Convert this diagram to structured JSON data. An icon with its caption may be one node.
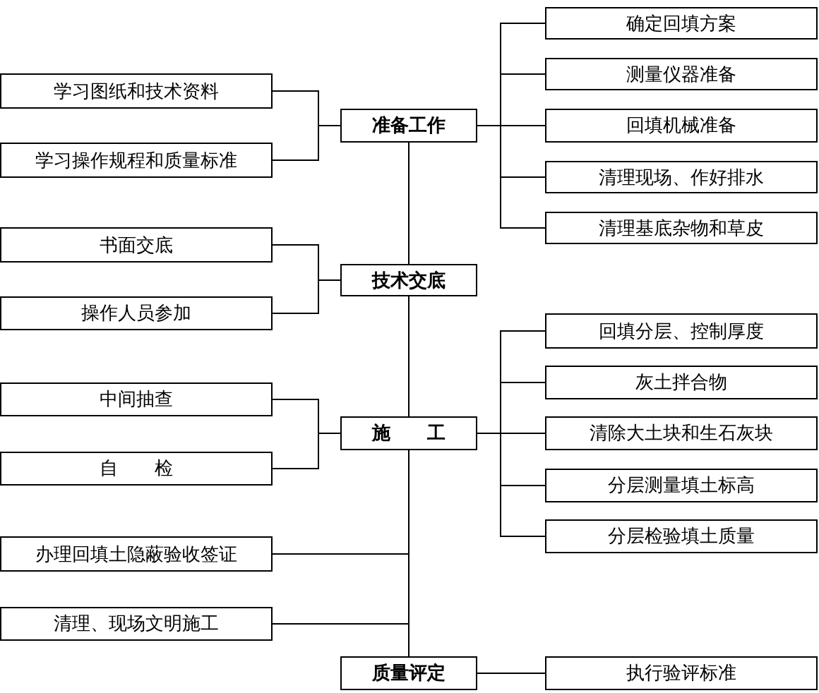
{
  "diagram": {
    "nodes": [
      {
        "text": [
          "准备工作"
        ]
      },
      {
        "text": [
          "学习图纸和技术资料"
        ]
      },
      {
        "text": [
          "学习操作规程和质量标准"
        ]
      },
      {
        "text": [
          "确定回填方案"
        ]
      },
      {
        "text": [
          "测量仪器准备"
        ]
      },
      {
        "text": [
          "回填机械准备"
        ]
      },
      {
        "text": [
          "清理现场、作好排水"
        ]
      },
      {
        "text": [
          "清理基底杂物和草皮"
        ]
      },
      {
        "text": [
          "技术交底"
        ]
      },
      {
        "text": [
          "书面交底"
        ]
      },
      {
        "text": [
          "操作人员参加"
        ]
      },
      {
        "text": [
          "施　　工"
        ]
      },
      {
        "text": [
          "中间抽查"
        ]
      },
      {
        "text": [
          "自　　检"
        ]
      },
      {
        "text": [
          "回填分层、控制厚度"
        ]
      },
      {
        "text": [
          "灰土拌合物"
        ]
      },
      {
        "text": [
          "清除大土块和生石灰块"
        ]
      },
      {
        "text": [
          "分层测量填土标高"
        ]
      },
      {
        "text": [
          "分层检验填土质量"
        ]
      },
      {
        "text": [
          "办理回填土隐蔽验收签证"
        ]
      },
      {
        "text": [
          "清理、现场文明施工"
        ]
      },
      {
        "text": [
          "质量评定"
        ]
      },
      {
        "text": [
          "执行验评标准"
        ]
      }
    ],
    "edges": [
      {
        "from": 0,
        "to": 1,
        "arrow": "none"
      },
      {
        "from": 0,
        "to": 2,
        "arrow": "none"
      },
      {
        "from": 0,
        "to": 3,
        "arrow": "none"
      },
      {
        "from": 0,
        "to": 4,
        "arrow": "none"
      },
      {
        "from": 0,
        "to": 5,
        "arrow": "none"
      },
      {
        "from": 0,
        "to": 6,
        "arrow": "none"
      },
      {
        "from": 0,
        "to": 7,
        "arrow": "none"
      },
      {
        "from": 0,
        "to": 8,
        "arrow": "none"
      },
      {
        "from": 8,
        "to": 9,
        "arrow": "none"
      },
      {
        "from": 8,
        "to": 10,
        "arrow": "none"
      },
      {
        "from": 8,
        "to": 11,
        "arrow": "none"
      },
      {
        "from": 11,
        "to": 12,
        "arrow": "none"
      },
      {
        "from": 11,
        "to": 13,
        "arrow": "none"
      },
      {
        "from": 11,
        "to": 14,
        "arrow": "none"
      },
      {
        "from": 11,
        "to": 15,
        "arrow": "none"
      },
      {
        "from": 11,
        "to": 16,
        "arrow": "none"
      },
      {
        "from": 11,
        "to": 17,
        "arrow": "none"
      },
      {
        "from": 11,
        "to": 18,
        "arrow": "none"
      },
      {
        "from": 11,
        "to": 19,
        "arrow": "none"
      },
      {
        "from": 11,
        "to": 20,
        "arrow": "none"
      },
      {
        "from": 11,
        "to": 21,
        "arrow": "none"
      },
      {
        "from": 21,
        "to": 22,
        "arrow": "none"
      }
    ]
  }
}
